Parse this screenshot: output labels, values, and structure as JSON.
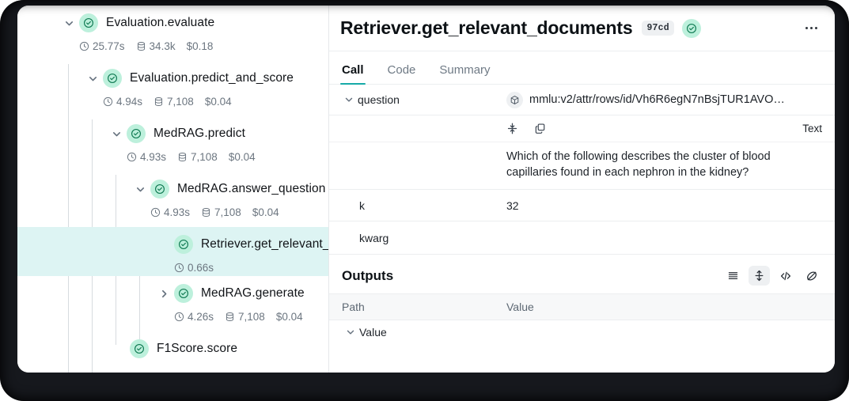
{
  "tree": {
    "nodes": [
      {
        "label": "Evaluation.evaluate",
        "duration": "25.77s",
        "tokens": "34.3k",
        "cost": "$0.18",
        "depth": 0,
        "expanded": true,
        "selected": false,
        "status": "success"
      },
      {
        "label": "Evaluation.predict_and_score",
        "duration": "4.94s",
        "tokens": "7,108",
        "cost": "$0.04",
        "depth": 1,
        "expanded": true,
        "selected": false,
        "status": "success"
      },
      {
        "label": "MedRAG.predict",
        "duration": "4.93s",
        "tokens": "7,108",
        "cost": "$0.04",
        "depth": 2,
        "expanded": true,
        "selected": false,
        "status": "success"
      },
      {
        "label": "MedRAG.answer_question",
        "duration": "4.93s",
        "tokens": "7,108",
        "cost": "$0.04",
        "depth": 3,
        "expanded": true,
        "selected": false,
        "status": "success"
      },
      {
        "label": "Retriever.get_relevant_d",
        "duration": "0.66s",
        "tokens": "",
        "cost": "",
        "depth": 4,
        "expanded": false,
        "selected": true,
        "status": "success"
      },
      {
        "label": "MedRAG.generate",
        "duration": "4.26s",
        "tokens": "7,108",
        "cost": "$0.04",
        "depth": 4,
        "expanded": false,
        "selected": false,
        "status": "success"
      },
      {
        "label": "F1Score.score",
        "duration": "",
        "tokens": "",
        "cost": "",
        "depth": 3,
        "expanded": false,
        "selected": false,
        "status": "success"
      }
    ]
  },
  "detail": {
    "title": "Retriever.get_relevant_documents",
    "hash_badge": "97cd",
    "status": "success",
    "menu_icon": "kebab-menu-icon",
    "tabs": [
      {
        "label": "Call",
        "active": true
      },
      {
        "label": "Code",
        "active": false
      },
      {
        "label": "Summary",
        "active": false
      }
    ],
    "inputs": {
      "rows": [
        {
          "key": "question",
          "value": "mmlu:v2/attr/rows/id/Vh6R6egN7nBsjTUR1AVO…",
          "expandable": true
        },
        {
          "key": "k",
          "value": "32",
          "expandable": false
        },
        {
          "key": "kwarg",
          "value": "",
          "expandable": false
        }
      ]
    },
    "text_panel": {
      "format_label": "Text",
      "collapse_icon": "collapse-vertical-icon",
      "copy_icon": "copy-icon",
      "body": "Which of the following describes the cluster of blood capillaries found in each nephron in the kidney?"
    },
    "outputs": {
      "title": "Outputs",
      "tools": [
        {
          "icon": "list-view-icon",
          "active": false
        },
        {
          "icon": "expand-rows-icon",
          "active": true
        },
        {
          "icon": "code-view-icon",
          "active": false
        },
        {
          "icon": "hide-icon",
          "active": false
        }
      ],
      "columns": [
        "Path",
        "Value"
      ],
      "rows": [
        {
          "path": "Value",
          "value": "",
          "expandable": true
        }
      ]
    }
  },
  "colors": {
    "accent": "#16aaa8",
    "selection": "#ddf4f3",
    "status_success_bg": "#bdf0dc",
    "status_success_fg": "#0f7a52",
    "bezel": "#16181d"
  }
}
